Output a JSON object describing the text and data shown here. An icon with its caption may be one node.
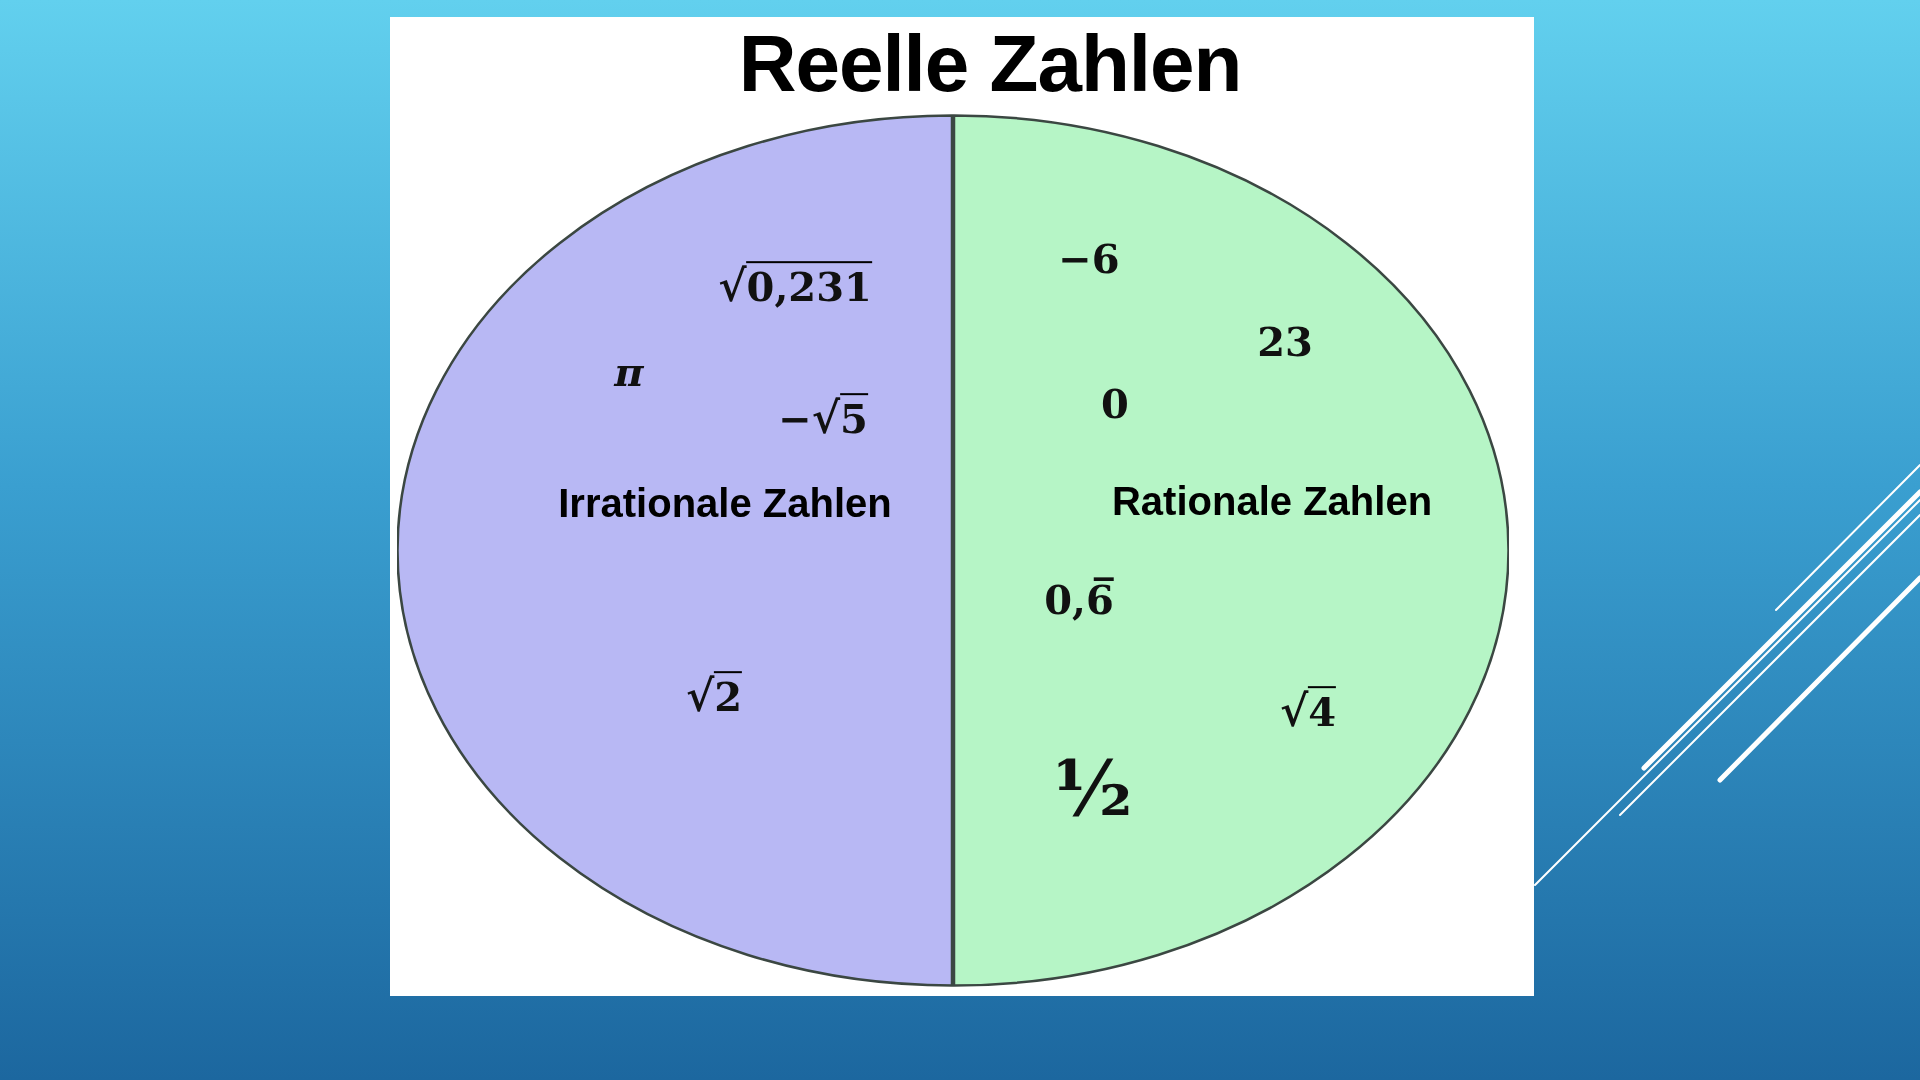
{
  "diagram": {
    "title": "Reelle Zahlen",
    "nodes": [
      {
        "text": [
          "√0,231",
          "π",
          "−√5",
          "Irrationale Zahlen",
          "√2"
        ]
      },
      {
        "text": [
          "−6",
          "23",
          "0",
          "Rationale Zahlen",
          "0,6̅",
          "√4",
          "½"
        ]
      }
    ]
  }
}
